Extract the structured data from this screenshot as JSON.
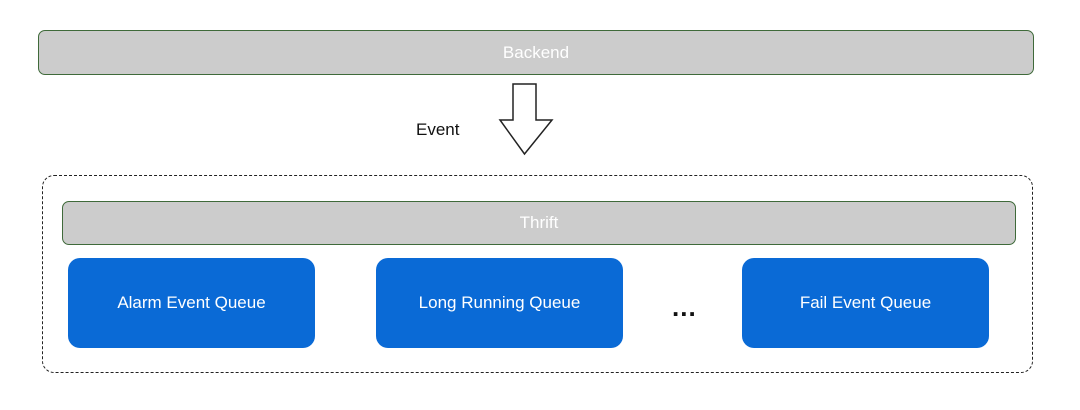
{
  "backend": {
    "label": "Backend"
  },
  "arrow": {
    "label": "Event"
  },
  "thrift": {
    "label": "Thrift"
  },
  "queues": [
    {
      "label": "Alarm Event Queue"
    },
    {
      "label": "Long Running Queue"
    },
    {
      "label": "Fail Event Queue"
    }
  ],
  "ellipsis": "...",
  "colors": {
    "bar_fill": "#cccccc",
    "bar_border": "#3f6a3a",
    "queue_fill": "#0a6ad6",
    "text_on_dark": "#ffffff"
  }
}
